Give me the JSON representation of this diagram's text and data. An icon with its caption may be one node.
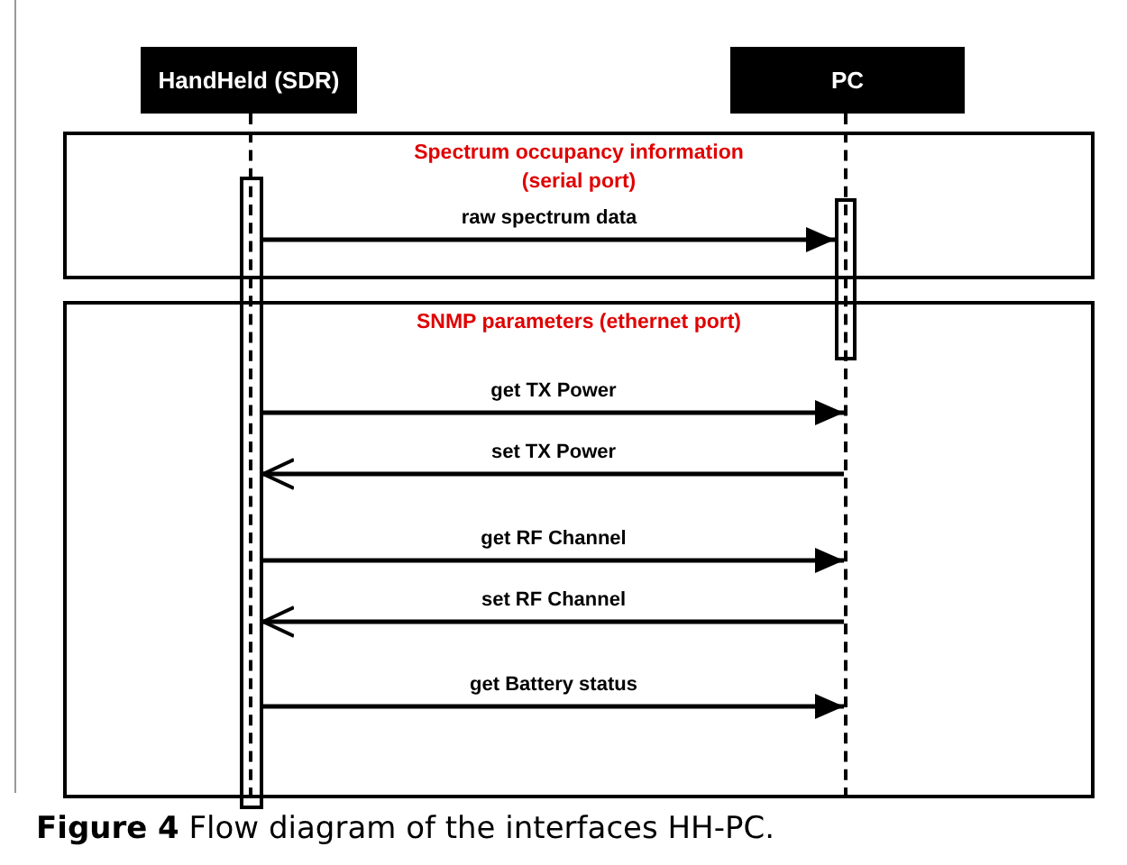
{
  "diagram": {
    "caption": "**Figure 4** Flow diagram of the interfaces HH-PC.",
    "nodes": [
      {
        "text": [
          "HandHeld (SDR)"
        ]
      },
      {
        "text": [
          "PC"
        ]
      },
      {
        "text": [],
        "shape": "line"
      },
      {
        "text": [],
        "shape": "line"
      },
      {
        "text": [],
        "shape": "bar"
      },
      {
        "text": [],
        "shape": "bar"
      }
    ],
    "edges": [
      {
        "from": 4,
        "to": 5,
        "arrow": "to",
        "label": "raw spectrum data"
      },
      {
        "from": 4,
        "to": 3,
        "arrow": "to",
        "label": "get TX Power"
      },
      {
        "from": 3,
        "to": 4,
        "arrow": "to",
        "label": "set TX Power"
      },
      {
        "from": 4,
        "to": 3,
        "arrow": "to",
        "label": "get RF Channel"
      },
      {
        "from": 3,
        "to": 4,
        "arrow": "to",
        "label": "set RF Channel"
      },
      {
        "from": 4,
        "to": 3,
        "arrow": "to",
        "label": "get Battery status"
      }
    ],
    "labels": [
      "Spectrum occupancy information (serial port)",
      "SNMP parameters (ethernet port)"
    ]
  }
}
